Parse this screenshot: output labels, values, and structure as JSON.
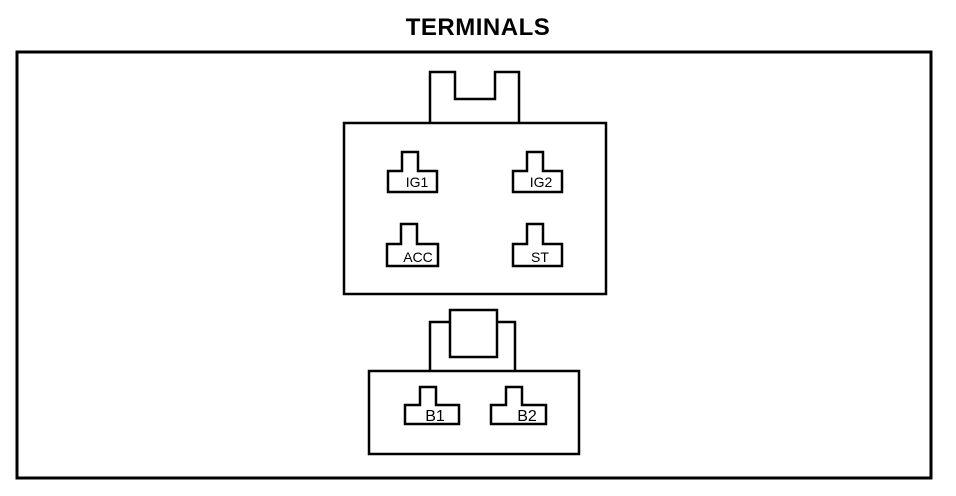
{
  "title": "TERMINALS",
  "connector_upper": {
    "terminals": [
      "IG1",
      "IG2",
      "ACC",
      "ST"
    ]
  },
  "connector_lower": {
    "terminals": [
      "B1",
      "B2"
    ]
  },
  "colors": {
    "line": "#000000",
    "background": "#ffffff"
  }
}
